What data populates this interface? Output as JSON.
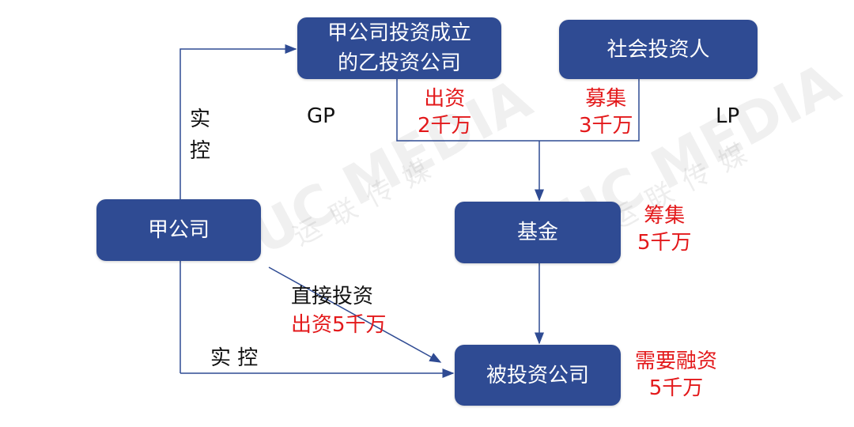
{
  "watermark": {
    "brand": "UC MEDIA",
    "cn": "运联传媒"
  },
  "boxes": {
    "gp_company": "甲公司投资成立的乙投资公司",
    "gp_company_line1": "甲公司投资成立",
    "gp_company_line2": "的乙投资公司",
    "social_investors": "社会投资人",
    "company_a": "甲公司",
    "fund": "基金",
    "investee": "被投资公司"
  },
  "labels": {
    "control_vertical_1": "实",
    "control_vertical_2": "控",
    "gp": "GP",
    "lp": "LP",
    "gp_contribution_1": "出资",
    "gp_contribution_2": "2千万",
    "lp_raise_1": "募集",
    "lp_raise_2": "3千万",
    "fund_raise_1": "筹集",
    "fund_raise_2": "5千万",
    "direct_investment": "直接投资",
    "direct_amount": "出资5千万",
    "control_horizontal": "实 控",
    "financing_need_1": "需要融资",
    "financing_need_2": "5千万"
  },
  "colors": {
    "box": "#2f4b93",
    "line": "#2f4b93",
    "highlight": "#e3191b"
  }
}
